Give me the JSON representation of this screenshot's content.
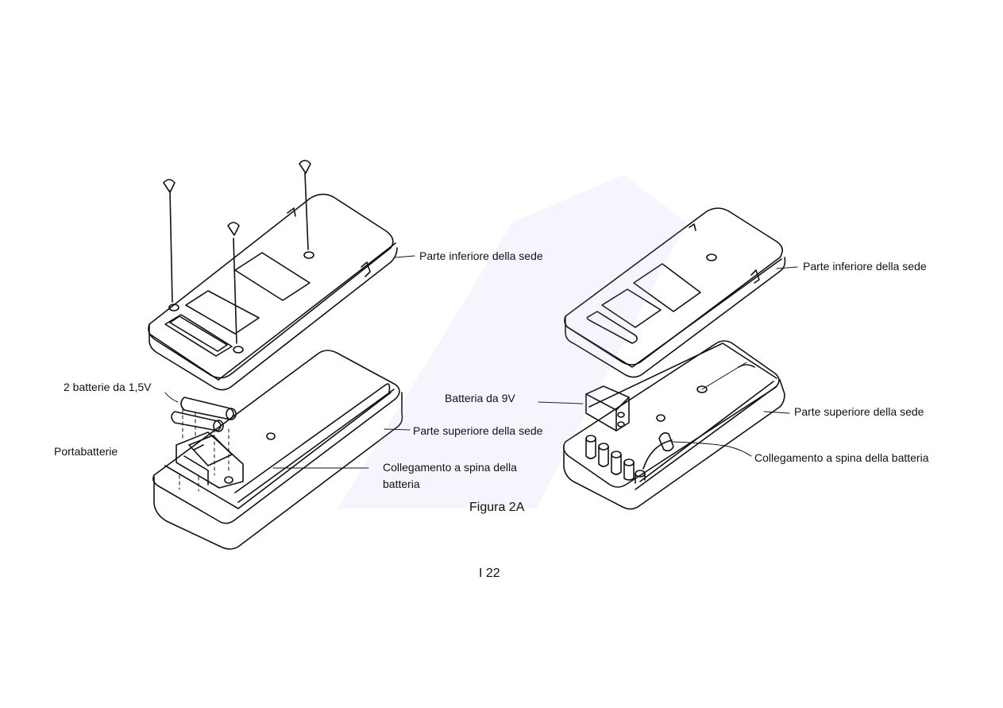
{
  "labels": {
    "left_bottom_case": "Parte inferiore della sede",
    "left_batteries": "2 batterie da 1,5V",
    "left_holder": "Portabatterie",
    "left_top_case": "Parte superiore della sede",
    "left_plug_line1": "Collegamento a spina della",
    "left_plug_line2": "batteria",
    "right_bottom_case": "Parte inferiore della sede",
    "right_battery": "Batteria da 9V",
    "right_top_case": "Parte superiore della sede",
    "right_plug": "Collegamento a spina della batteria"
  },
  "caption": "Figura 2A",
  "page_number": "I 22",
  "colors": {
    "ink": "#111111",
    "watermark": "#b8b0f0",
    "paper": "#ffffff"
  }
}
